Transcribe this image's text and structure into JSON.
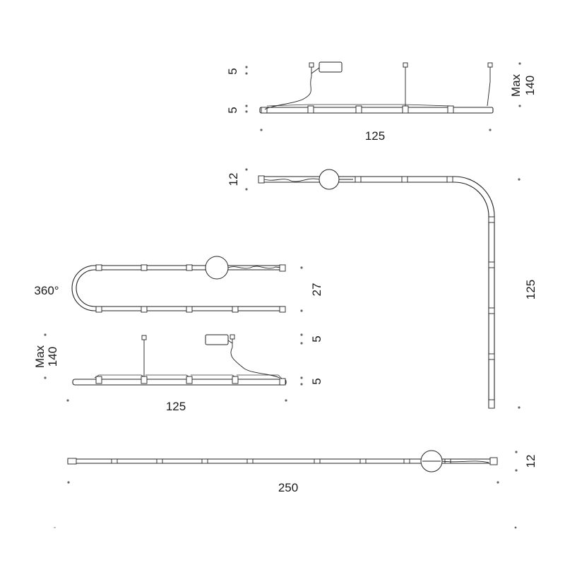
{
  "views": {
    "side_top": {
      "height_upper": "5",
      "height_lower": "5",
      "max_label": "Max",
      "max_value": "140",
      "length": "125"
    },
    "plan_corner": {
      "thickness": "12",
      "length": "125"
    },
    "plan_loop": {
      "angle": "360°",
      "width": "27"
    },
    "side_mid": {
      "max_label": "Max",
      "max_value": "140",
      "height_upper": "5",
      "height_lower": "5",
      "length": "125"
    },
    "plan_straight": {
      "thickness": "12",
      "length": "250"
    }
  },
  "colors": {
    "line": "#222222",
    "dot": "#666666",
    "text": "#1a1a1a"
  }
}
